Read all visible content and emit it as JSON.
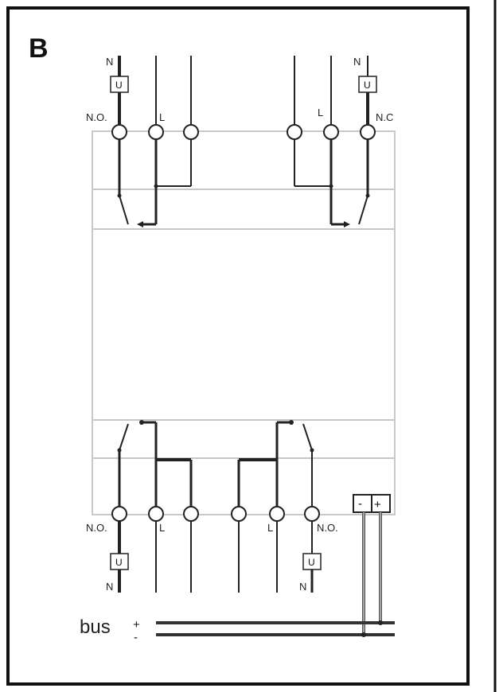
{
  "panel_letter": "B",
  "colors": {
    "frame": "#111111",
    "module": "#c8c8c8",
    "wire": "#222222",
    "bus": "#333333"
  },
  "top": {
    "left": {
      "n": "N",
      "u": "U",
      "no": "N.O.",
      "l": "L"
    },
    "right": {
      "n": "N",
      "u": "U",
      "nc": "N.C",
      "l": "L"
    }
  },
  "bottom": {
    "left": {
      "no": "N.O.",
      "l": "L",
      "u": "U",
      "n": "N"
    },
    "right": {
      "no": "N.O.",
      "l": "L",
      "u": "U",
      "n": "N"
    }
  },
  "bus": {
    "label": "bus",
    "plus": "+",
    "minus": "-",
    "terminal_minus": "-",
    "terminal_plus": "+"
  }
}
